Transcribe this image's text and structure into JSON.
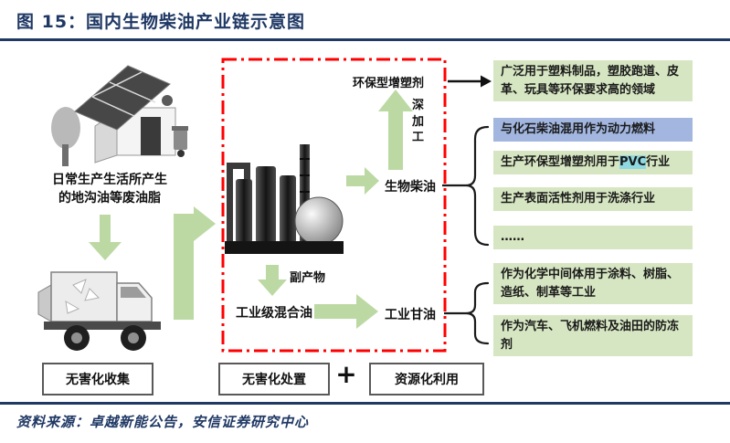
{
  "figure": {
    "title": "图 15：国内生物柴油产业链示意图",
    "source": "资料来源：卓越新能公告，安信证券研究中心"
  },
  "upstream": {
    "caption_line1": "日常生产生活所产生",
    "caption_line2": "的地沟油等废油脂",
    "collection_label": "无害化收集"
  },
  "plant": {
    "plasticizer": "环保型增塑剂",
    "deep_processing": "深加工",
    "biodiesel": "生物柴油",
    "byproduct": "副产物",
    "mixed_oil": "工业级混合油",
    "glycerin": "工业甘油",
    "disposal_label": "无害化处置",
    "plus": "+",
    "utilization_label": "资源化利用"
  },
  "applications": {
    "plasticizer_use": "广泛用于塑料制品，塑胶跑道、皮革、玩具等环保要求高的领域",
    "biodiesel_use_1": "与化石柴油混用作为动力燃料",
    "biodiesel_use_2_prefix": "生产环保型增塑剂用于",
    "biodiesel_use_2_highlight": "PVC",
    "biodiesel_use_2_suffix": "行业",
    "biodiesel_use_3": "生产表面活性剂用于洗涤行业",
    "biodiesel_use_4": "……",
    "glycerin_use_1": "作为化学中间体用于涂料、树脂、造纸、制革等工业",
    "glycerin_use_2": "作为汽车、飞机燃料及油田的防冻剂"
  },
  "colors": {
    "title_navy": "#1F3864",
    "red_border": "#FF0000",
    "green_box": "#D7E6C2",
    "blue_box": "#A2B6E0",
    "arrow_green": "#BCD9A4",
    "pvc_highlight": "#8FD9E2"
  }
}
